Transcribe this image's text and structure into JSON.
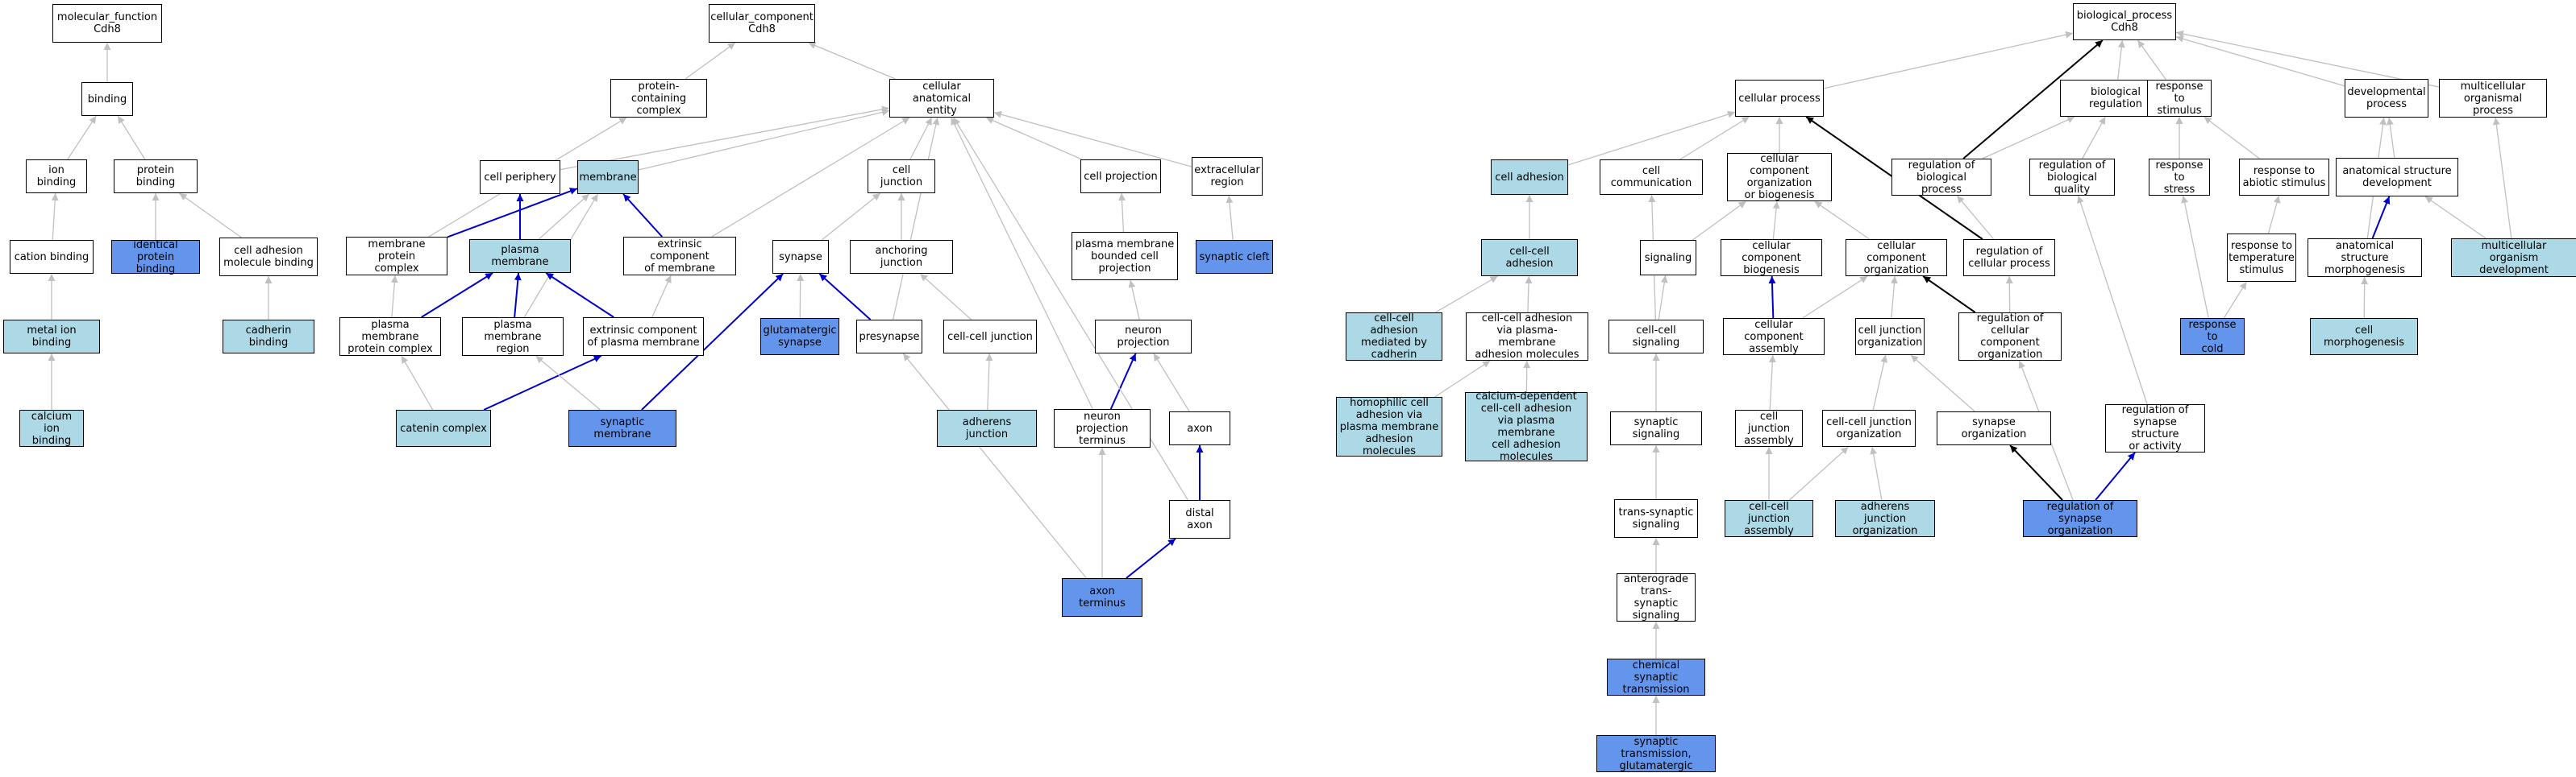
{
  "colors": {
    "node_default": "#ffffff",
    "node_light": "#add8e6",
    "node_blue": "#6495ed",
    "edge_gray": "#c0c0c0",
    "edge_blue": "#0000cd",
    "edge_black": "#000000"
  },
  "nodes": [
    {
      "id": "mf",
      "label": "molecular_function\nCdh8",
      "fill": "white"
    },
    {
      "id": "binding",
      "label": "binding",
      "fill": "white"
    },
    {
      "id": "ionbind",
      "label": "ion binding",
      "fill": "white"
    },
    {
      "id": "protbind",
      "label": "protein binding",
      "fill": "white"
    },
    {
      "id": "cationbind",
      "label": "cation binding",
      "fill": "white"
    },
    {
      "id": "identprot",
      "label": "identical protein\nbinding",
      "fill": "blue"
    },
    {
      "id": "celladhmol",
      "label": "cell adhesion\nmolecule binding",
      "fill": "white"
    },
    {
      "id": "metalion",
      "label": "metal ion binding",
      "fill": "light"
    },
    {
      "id": "cadherin",
      "label": "cadherin binding",
      "fill": "light"
    },
    {
      "id": "calcium",
      "label": "calcium ion\nbinding",
      "fill": "light"
    },
    {
      "id": "cc",
      "label": "cellular_component\nCdh8",
      "fill": "white"
    },
    {
      "id": "protcomplex",
      "label": "protein-containing\ncomplex",
      "fill": "white"
    },
    {
      "id": "cae",
      "label": "cellular anatomical\nentity",
      "fill": "white"
    },
    {
      "id": "cellperiph",
      "label": "cell periphery",
      "fill": "white"
    },
    {
      "id": "membrane",
      "label": "membrane",
      "fill": "light"
    },
    {
      "id": "celljunction",
      "label": "cell junction",
      "fill": "white"
    },
    {
      "id": "cellproj",
      "label": "cell projection",
      "fill": "white"
    },
    {
      "id": "extracell",
      "label": "extracellular\nregion",
      "fill": "white"
    },
    {
      "id": "memprotcomplex",
      "label": "membrane protein\ncomplex",
      "fill": "white"
    },
    {
      "id": "plasmamem",
      "label": "plasma membrane",
      "fill": "light"
    },
    {
      "id": "extrinsic",
      "label": "extrinsic component\nof membrane",
      "fill": "white"
    },
    {
      "id": "synapse",
      "label": "synapse",
      "fill": "white"
    },
    {
      "id": "anchoring",
      "label": "anchoring junction",
      "fill": "white"
    },
    {
      "id": "pmbcp",
      "label": "plasma membrane\nbounded cell\nprojection",
      "fill": "white"
    },
    {
      "id": "synapticcleft",
      "label": "synaptic cleft",
      "fill": "blue"
    },
    {
      "id": "pmprotcomplex",
      "label": "plasma membrane\nprotein complex",
      "fill": "white"
    },
    {
      "id": "pmregion",
      "label": "plasma membrane\nregion",
      "fill": "white"
    },
    {
      "id": "extrinsicpm",
      "label": "extrinsic component\nof plasma membrane",
      "fill": "white"
    },
    {
      "id": "glutsyn",
      "label": "glutamatergic\nsynapse",
      "fill": "blue"
    },
    {
      "id": "presynapse",
      "label": "presynapse",
      "fill": "white"
    },
    {
      "id": "cellcelljunction",
      "label": "cell-cell junction",
      "fill": "white"
    },
    {
      "id": "neuronproj",
      "label": "neuron projection",
      "fill": "white"
    },
    {
      "id": "catenin",
      "label": "catenin complex",
      "fill": "light"
    },
    {
      "id": "synmem",
      "label": "synaptic membrane",
      "fill": "blue"
    },
    {
      "id": "adherens",
      "label": "adherens junction",
      "fill": "light"
    },
    {
      "id": "npterminus",
      "label": "neuron projection\nterminus",
      "fill": "white"
    },
    {
      "id": "axon",
      "label": "axon",
      "fill": "white"
    },
    {
      "id": "distalaxon",
      "label": "distal axon",
      "fill": "white"
    },
    {
      "id": "axonterm",
      "label": "axon terminus",
      "fill": "blue"
    },
    {
      "id": "bp",
      "label": "biological_process\nCdh8",
      "fill": "white"
    },
    {
      "id": "cellproc",
      "label": "cellular process",
      "fill": "white"
    },
    {
      "id": "bioreg",
      "label": "biological regulation",
      "fill": "white"
    },
    {
      "id": "respstim",
      "label": "response to\nstimulus",
      "fill": "white"
    },
    {
      "id": "devproc",
      "label": "developmental\nprocess",
      "fill": "white"
    },
    {
      "id": "multiproc",
      "label": "multicellular\norganismal process",
      "fill": "white"
    },
    {
      "id": "celladh",
      "label": "cell adhesion",
      "fill": "light"
    },
    {
      "id": "cellcomm",
      "label": "cell communication",
      "fill": "white"
    },
    {
      "id": "ccob",
      "label": "cellular component\norganization\nor biogenesis",
      "fill": "white"
    },
    {
      "id": "regbp",
      "label": "regulation of\nbiological process",
      "fill": "white"
    },
    {
      "id": "regbq",
      "label": "regulation of\nbiological quality",
      "fill": "white"
    },
    {
      "id": "respstress",
      "label": "response to\nstress",
      "fill": "white"
    },
    {
      "id": "respabiotic",
      "label": "response to\nabiotic stimulus",
      "fill": "white"
    },
    {
      "id": "asdev",
      "label": "anatomical structure\ndevelopment",
      "fill": "white"
    },
    {
      "id": "ccadh",
      "label": "cell-cell adhesion",
      "fill": "light"
    },
    {
      "id": "signaling",
      "label": "signaling",
      "fill": "white"
    },
    {
      "id": "ccbiogen",
      "label": "cellular component\nbiogenesis",
      "fill": "white"
    },
    {
      "id": "ccorg",
      "label": "cellular component\norganization",
      "fill": "white"
    },
    {
      "id": "regcp",
      "label": "regulation of\ncellular process",
      "fill": "white"
    },
    {
      "id": "resptemp",
      "label": "response to\ntemperature\nstimulus",
      "fill": "white"
    },
    {
      "id": "asmorph",
      "label": "anatomical structure\nmorphogenesis",
      "fill": "white"
    },
    {
      "id": "multidev",
      "label": "multicellular\norganism development",
      "fill": "light"
    },
    {
      "id": "ccadhcad",
      "label": "cell-cell adhesion\nmediated by\ncadherin",
      "fill": "light"
    },
    {
      "id": "ccadhpm",
      "label": "cell-cell adhesion\nvia plasma-membrane\nadhesion molecules",
      "fill": "white"
    },
    {
      "id": "cellcellsig",
      "label": "cell-cell signaling",
      "fill": "white"
    },
    {
      "id": "ccassembly",
      "label": "cellular component\nassembly",
      "fill": "white"
    },
    {
      "id": "cjorg",
      "label": "cell junction\norganization",
      "fill": "white"
    },
    {
      "id": "regccorg",
      "label": "regulation of\ncellular component\norganization",
      "fill": "white"
    },
    {
      "id": "respcold",
      "label": "response to\ncold",
      "fill": "blue"
    },
    {
      "id": "cellmorph",
      "label": "cell morphogenesis",
      "fill": "light"
    },
    {
      "id": "homophilic",
      "label": "homophilic cell\nadhesion via\nplasma membrane\nadhesion molecules",
      "fill": "light"
    },
    {
      "id": "caldep",
      "label": "calcium-dependent\ncell-cell adhesion\nvia plasma membrane\ncell adhesion\nmolecules",
      "fill": "light"
    },
    {
      "id": "synsig",
      "label": "synaptic signaling",
      "fill": "white"
    },
    {
      "id": "cjassembly",
      "label": "cell junction\nassembly",
      "fill": "white"
    },
    {
      "id": "ccjorg",
      "label": "cell-cell junction\norganization",
      "fill": "white"
    },
    {
      "id": "synorg",
      "label": "synapse organization",
      "fill": "white"
    },
    {
      "id": "regssa",
      "label": "regulation of\nsynapse structure\nor activity",
      "fill": "white"
    },
    {
      "id": "transsyn",
      "label": "trans-synaptic\nsignaling",
      "fill": "white"
    },
    {
      "id": "ccjassembly",
      "label": "cell-cell junction\nassembly",
      "fill": "light"
    },
    {
      "id": "adhjorg",
      "label": "adherens junction\norganization",
      "fill": "light"
    },
    {
      "id": "regsynorg",
      "label": "regulation of\nsynapse organization",
      "fill": "blue"
    },
    {
      "id": "anterograde",
      "label": "anterograde\ntrans-synaptic\nsignaling",
      "fill": "white"
    },
    {
      "id": "chemsyn",
      "label": "chemical synaptic\ntransmission",
      "fill": "blue"
    },
    {
      "id": "synglut",
      "label": "synaptic transmission,\nglutamatergic",
      "fill": "blue"
    }
  ],
  "edges": [
    {
      "from": "binding",
      "to": "mf",
      "type": "gray"
    },
    {
      "from": "ionbind",
      "to": "binding",
      "type": "gray"
    },
    {
      "from": "protbind",
      "to": "binding",
      "type": "gray"
    },
    {
      "from": "cationbind",
      "to": "ionbind",
      "type": "gray"
    },
    {
      "from": "identprot",
      "to": "protbind",
      "type": "gray"
    },
    {
      "from": "celladhmol",
      "to": "protbind",
      "type": "gray"
    },
    {
      "from": "metalion",
      "to": "cationbind",
      "type": "gray"
    },
    {
      "from": "cadherin",
      "to": "celladhmol",
      "type": "gray"
    },
    {
      "from": "calcium",
      "to": "metalion",
      "type": "gray"
    },
    {
      "from": "protcomplex",
      "to": "cc",
      "type": "gray"
    },
    {
      "from": "cae",
      "to": "cc",
      "type": "gray"
    },
    {
      "from": "cellperiph",
      "to": "cae",
      "type": "gray"
    },
    {
      "from": "membrane",
      "to": "cae",
      "type": "gray"
    },
    {
      "from": "celljunction",
      "to": "cae",
      "type": "gray"
    },
    {
      "from": "cellproj",
      "to": "cae",
      "type": "gray"
    },
    {
      "from": "extracell",
      "to": "cae",
      "type": "gray"
    },
    {
      "from": "memprotcomplex",
      "to": "protcomplex",
      "type": "gray"
    },
    {
      "from": "memprotcomplex",
      "to": "membrane",
      "type": "blue"
    },
    {
      "from": "plasmamem",
      "to": "cellperiph",
      "type": "blue"
    },
    {
      "from": "plasmamem",
      "to": "membrane",
      "type": "gray"
    },
    {
      "from": "extrinsic",
      "to": "membrane",
      "type": "blue"
    },
    {
      "from": "extrinsic",
      "to": "cae",
      "type": "gray"
    },
    {
      "from": "synapse",
      "to": "celljunction",
      "type": "gray"
    },
    {
      "from": "anchoring",
      "to": "celljunction",
      "type": "gray"
    },
    {
      "from": "pmbcp",
      "to": "cellproj",
      "type": "gray"
    },
    {
      "from": "synapticcleft",
      "to": "extracell",
      "type": "gray"
    },
    {
      "from": "pmprotcomplex",
      "to": "memprotcomplex",
      "type": "gray"
    },
    {
      "from": "pmprotcomplex",
      "to": "plasmamem",
      "type": "blue"
    },
    {
      "from": "pmregion",
      "to": "plasmamem",
      "type": "blue"
    },
    {
      "from": "pmregion",
      "to": "membrane",
      "type": "gray"
    },
    {
      "from": "extrinsicpm",
      "to": "plasmamem",
      "type": "blue"
    },
    {
      "from": "extrinsicpm",
      "to": "extrinsic",
      "type": "gray"
    },
    {
      "from": "glutsyn",
      "to": "synapse",
      "type": "gray"
    },
    {
      "from": "presynapse",
      "to": "synapse",
      "type": "blue"
    },
    {
      "from": "presynapse",
      "to": "cae",
      "type": "gray"
    },
    {
      "from": "cellcelljunction",
      "to": "anchoring",
      "type": "gray"
    },
    {
      "from": "neuronproj",
      "to": "pmbcp",
      "type": "gray"
    },
    {
      "from": "catenin",
      "to": "pmprotcomplex",
      "type": "gray"
    },
    {
      "from": "catenin",
      "to": "extrinsicpm",
      "type": "blue"
    },
    {
      "from": "synmem",
      "to": "pmregion",
      "type": "gray"
    },
    {
      "from": "synmem",
      "to": "synapse",
      "type": "blue"
    },
    {
      "from": "adherens",
      "to": "cellcelljunction",
      "type": "gray"
    },
    {
      "from": "npterminus",
      "to": "neuronproj",
      "type": "blue"
    },
    {
      "from": "npterminus",
      "to": "cae",
      "type": "gray"
    },
    {
      "from": "axon",
      "to": "neuronproj",
      "type": "gray"
    },
    {
      "from": "distalaxon",
      "to": "axon",
      "type": "blue"
    },
    {
      "from": "distalaxon",
      "to": "cae",
      "type": "gray"
    },
    {
      "from": "axonterm",
      "to": "presynapse",
      "type": "gray"
    },
    {
      "from": "axonterm",
      "to": "npterminus",
      "type": "gray"
    },
    {
      "from": "axonterm",
      "to": "distalaxon",
      "type": "blue"
    },
    {
      "from": "cellproc",
      "to": "bp",
      "type": "gray"
    },
    {
      "from": "bioreg",
      "to": "bp",
      "type": "gray"
    },
    {
      "from": "respstim",
      "to": "bp",
      "type": "gray"
    },
    {
      "from": "devproc",
      "to": "bp",
      "type": "gray"
    },
    {
      "from": "multiproc",
      "to": "bp",
      "type": "gray"
    },
    {
      "from": "celladh",
      "to": "cellproc",
      "type": "gray"
    },
    {
      "from": "cellcomm",
      "to": "cellproc",
      "type": "gray"
    },
    {
      "from": "ccob",
      "to": "cellproc",
      "type": "gray"
    },
    {
      "from": "regbp",
      "to": "bp",
      "type": "black"
    },
    {
      "from": "regbp",
      "to": "bioreg",
      "type": "gray"
    },
    {
      "from": "regbq",
      "to": "bioreg",
      "type": "gray"
    },
    {
      "from": "respstress",
      "to": "respstim",
      "type": "gray"
    },
    {
      "from": "respabiotic",
      "to": "respstim",
      "type": "gray"
    },
    {
      "from": "asdev",
      "to": "devproc",
      "type": "gray"
    },
    {
      "from": "ccadh",
      "to": "celladh",
      "type": "gray"
    },
    {
      "from": "signaling",
      "to": "ccob",
      "type": "gray"
    },
    {
      "from": "ccbiogen",
      "to": "ccob",
      "type": "gray"
    },
    {
      "from": "ccorg",
      "to": "ccob",
      "type": "gray"
    },
    {
      "from": "regcp",
      "to": "cellproc",
      "type": "black"
    },
    {
      "from": "regcp",
      "to": "regbp",
      "type": "gray"
    },
    {
      "from": "resptemp",
      "to": "respabiotic",
      "type": "gray"
    },
    {
      "from": "asmorph",
      "to": "asdev",
      "type": "blue"
    },
    {
      "from": "asmorph",
      "to": "devproc",
      "type": "gray"
    },
    {
      "from": "multidev",
      "to": "asdev",
      "type": "gray"
    },
    {
      "from": "multidev",
      "to": "multiproc",
      "type": "gray"
    },
    {
      "from": "ccadhcad",
      "to": "ccadh",
      "type": "gray"
    },
    {
      "from": "ccadhpm",
      "to": "ccadh",
      "type": "gray"
    },
    {
      "from": "cellcellsig",
      "to": "signaling",
      "type": "gray"
    },
    {
      "from": "cellcellsig",
      "to": "cellcomm",
      "type": "gray"
    },
    {
      "from": "ccassembly",
      "to": "ccbiogen",
      "type": "blue"
    },
    {
      "from": "ccassembly",
      "to": "ccorg",
      "type": "gray"
    },
    {
      "from": "cjorg",
      "to": "ccorg",
      "type": "gray"
    },
    {
      "from": "regccorg",
      "to": "regcp",
      "type": "gray"
    },
    {
      "from": "regccorg",
      "to": "ccorg",
      "type": "black"
    },
    {
      "from": "respcold",
      "to": "resptemp",
      "type": "gray"
    },
    {
      "from": "respcold",
      "to": "respstress",
      "type": "gray"
    },
    {
      "from": "cellmorph",
      "to": "asmorph",
      "type": "gray"
    },
    {
      "from": "homophilic",
      "to": "ccadhpm",
      "type": "gray"
    },
    {
      "from": "caldep",
      "to": "ccadhpm",
      "type": "gray"
    },
    {
      "from": "synsig",
      "to": "cellcellsig",
      "type": "gray"
    },
    {
      "from": "cjassembly",
      "to": "ccassembly",
      "type": "gray"
    },
    {
      "from": "ccjorg",
      "to": "cjorg",
      "type": "gray"
    },
    {
      "from": "synorg",
      "to": "cjorg",
      "type": "gray"
    },
    {
      "from": "regssa",
      "to": "regbq",
      "type": "gray"
    },
    {
      "from": "transsyn",
      "to": "synsig",
      "type": "gray"
    },
    {
      "from": "ccjassembly",
      "to": "cjassembly",
      "type": "gray"
    },
    {
      "from": "ccjassembly",
      "to": "ccjorg",
      "type": "gray"
    },
    {
      "from": "adhjorg",
      "to": "ccjorg",
      "type": "gray"
    },
    {
      "from": "regsynorg",
      "to": "synorg",
      "type": "black"
    },
    {
      "from": "regsynorg",
      "to": "regssa",
      "type": "blue"
    },
    {
      "from": "regsynorg",
      "to": "regccorg",
      "type": "gray"
    },
    {
      "from": "anterograde",
      "to": "transsyn",
      "type": "gray"
    },
    {
      "from": "chemsyn",
      "to": "anterograde",
      "type": "gray"
    },
    {
      "from": "synglut",
      "to": "chemsyn",
      "type": "gray"
    }
  ]
}
